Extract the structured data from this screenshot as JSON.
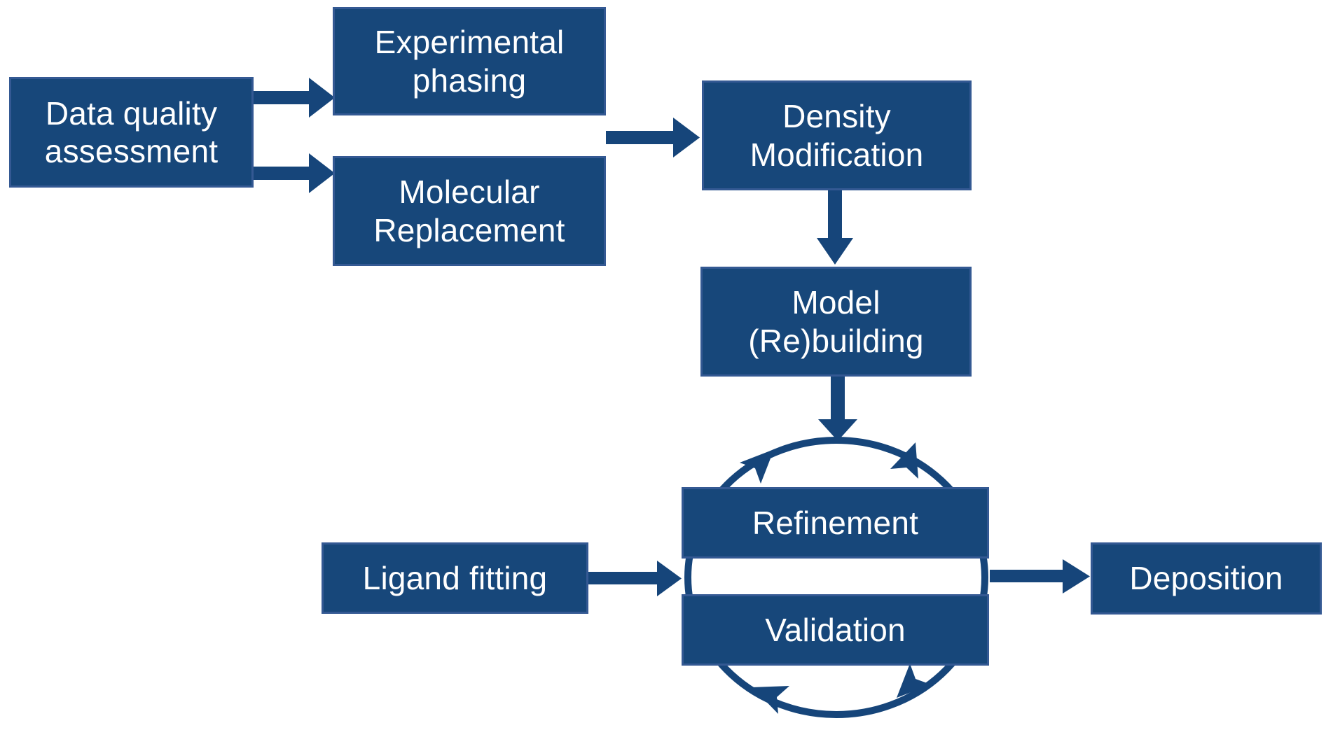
{
  "colors": {
    "node-fill": "#17477a",
    "node-border": "#345993",
    "arrow": "#16457a",
    "text": "#ffffff",
    "background": "#ffffff"
  },
  "diagram": {
    "description": "Crystallography structure-solution workflow flowchart",
    "nodes": {
      "data_quality": {
        "label": [
          "Data quality",
          "assessment"
        ]
      },
      "experimental_phasing": {
        "label": [
          "Experimental",
          "phasing"
        ]
      },
      "molecular_replacement": {
        "label": [
          "Molecular",
          "Replacement"
        ]
      },
      "density_modification": {
        "label": [
          "Density",
          "Modification"
        ]
      },
      "model_rebuilding": {
        "label": [
          "Model",
          "(Re)building"
        ]
      },
      "refinement": {
        "label": "Refinement"
      },
      "validation": {
        "label": "Validation"
      },
      "ligand_fitting": {
        "label": "Ligand fitting"
      },
      "deposition": {
        "label": "Deposition"
      }
    },
    "edges": [
      {
        "from": "Data quality assessment",
        "to": "Experimental phasing"
      },
      {
        "from": "Data quality assessment",
        "to": "Molecular Replacement"
      },
      {
        "from": "Experimental phasing / Molecular Replacement",
        "to": "Density Modification"
      },
      {
        "from": "Density Modification",
        "to": "Model (Re)building"
      },
      {
        "from": "Model (Re)building",
        "to": "Refinement-Validation cycle"
      },
      {
        "from": "Ligand fitting",
        "to": "Refinement-Validation cycle"
      },
      {
        "from": "Refinement-Validation cycle",
        "to": "Deposition"
      },
      {
        "type": "cycle",
        "between": [
          "Refinement",
          "Validation"
        ]
      }
    ]
  }
}
